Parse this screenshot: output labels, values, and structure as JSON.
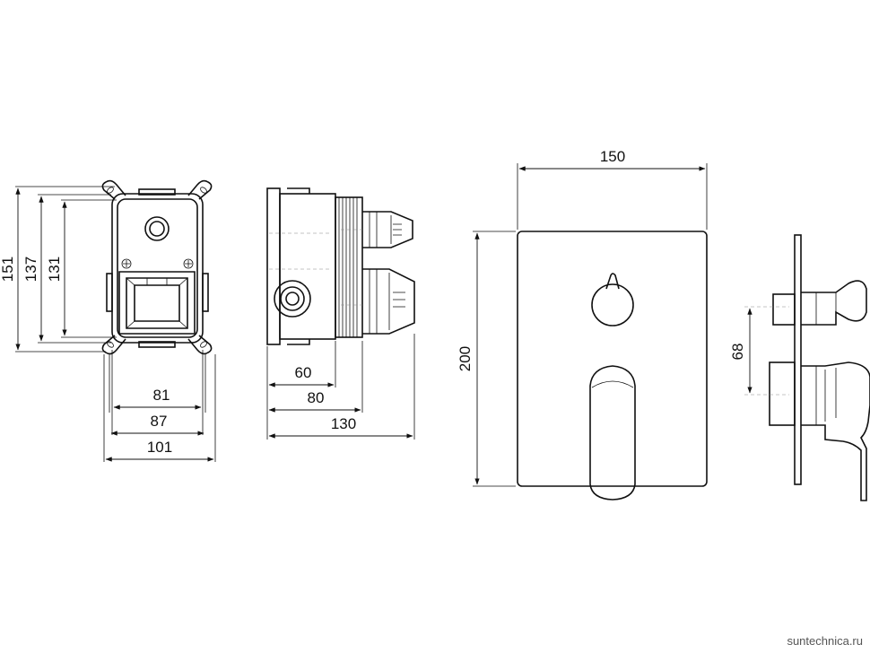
{
  "front_view": {
    "width_inner": "81",
    "width_mid": "87",
    "width_outer": "101",
    "height_outer": "151",
    "height_mid": "137",
    "height_inner": "131"
  },
  "side_view": {
    "depth_a": "60",
    "depth_b": "80",
    "depth_total": "130"
  },
  "cover_plate": {
    "width": "150",
    "height": "200"
  },
  "profile_view": {
    "outlet_spacing": "68"
  },
  "watermark": "suntechnica.ru"
}
